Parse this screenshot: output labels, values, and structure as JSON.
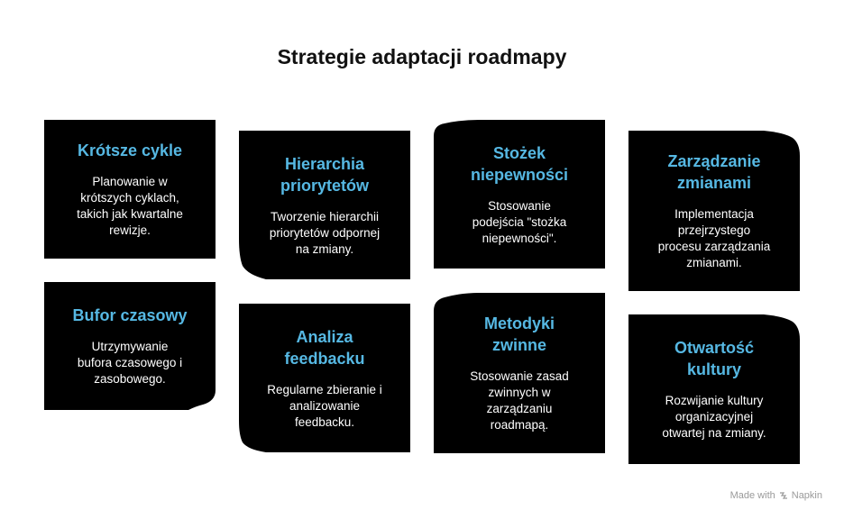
{
  "title": "Strategie adaptacji roadmapy",
  "cards": [
    {
      "heading": [
        "Krótsze cykle"
      ],
      "desc": [
        "Planowanie w",
        "krótszych cyklach,",
        "takich jak kwartalne",
        "rewizje."
      ]
    },
    {
      "heading": [
        "Bufor czasowy"
      ],
      "desc": [
        "Utrzymywanie",
        "bufora czasowego i",
        "zasobowego."
      ]
    },
    {
      "heading": [
        "Hierarchia",
        "priorytetów"
      ],
      "desc": [
        "Tworzenie hierarchii",
        "priorytetów odpornej",
        "na zmiany."
      ]
    },
    {
      "heading": [
        "Analiza",
        "feedbacku"
      ],
      "desc": [
        "Regularne zbieranie i",
        "analizowanie",
        "feedbacku."
      ]
    },
    {
      "heading": [
        "Stożek",
        "niepewności"
      ],
      "desc": [
        "Stosowanie",
        "podejścia \"stożka",
        "niepewności\"."
      ]
    },
    {
      "heading": [
        "Metodyki",
        "zwinne"
      ],
      "desc": [
        "Stosowanie zasad",
        "zwinnych w",
        "zarządzaniu",
        "roadmapą."
      ]
    },
    {
      "heading": [
        "Zarządzanie",
        "zmianami"
      ],
      "desc": [
        "Implementacja",
        "przejrzystego",
        "procesu zarządzania",
        "zmianami."
      ]
    },
    {
      "heading": [
        "Otwartość",
        "kultury"
      ],
      "desc": [
        "Rozwijanie kultury",
        "organizacyjnej",
        "otwartej na zmiany."
      ]
    }
  ],
  "watermark": {
    "prefix": "Made with",
    "brand": "Napkin"
  },
  "colors": {
    "card": "#000000",
    "heading": "#56b8e3",
    "desc": "#ffffff",
    "title": "#111111"
  }
}
